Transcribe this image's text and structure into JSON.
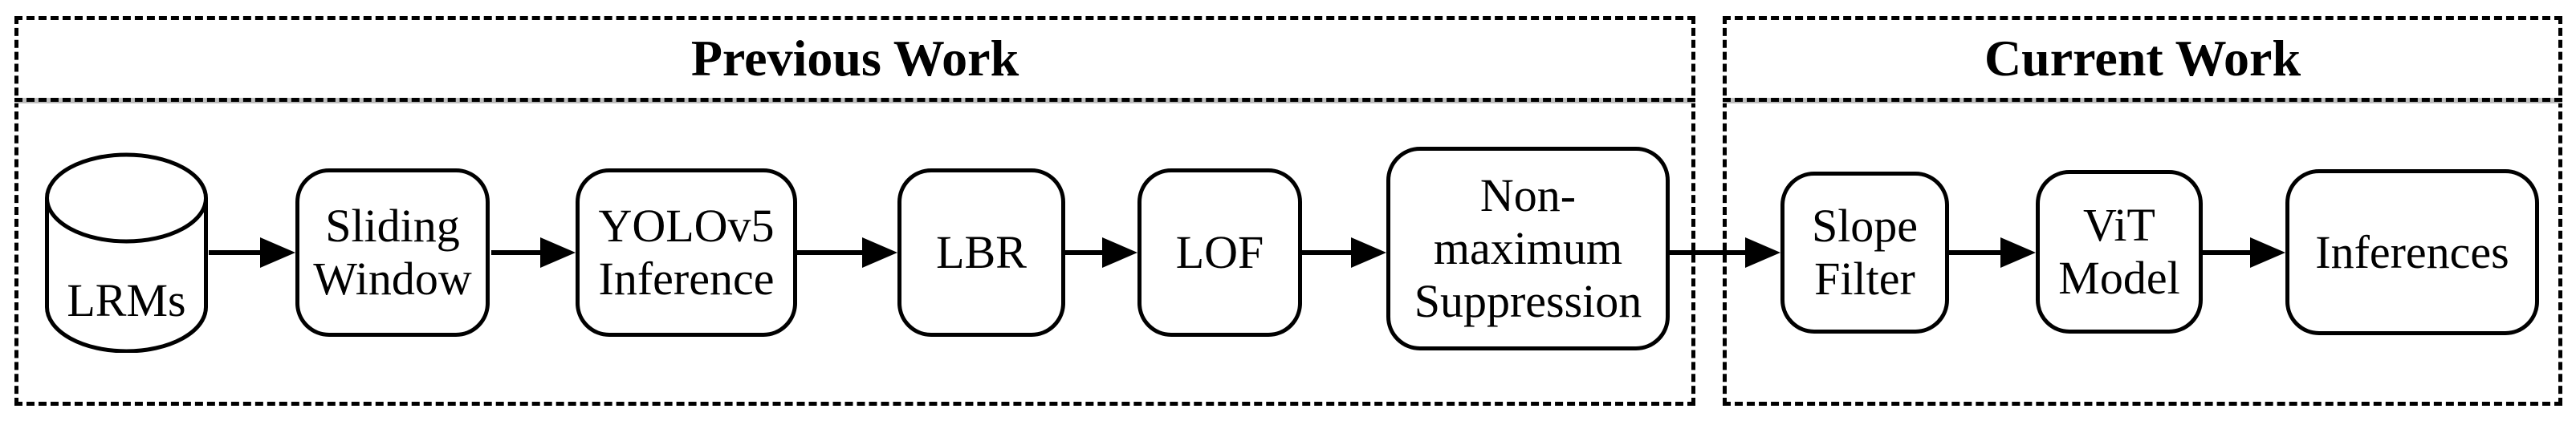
{
  "diagram": {
    "type": "flowchart",
    "background_color": "#ffffff",
    "stroke_color": "#000000",
    "sections": [
      {
        "title": "Previous Work"
      },
      {
        "title": "Current Work"
      }
    ],
    "nodes": {
      "lrms": {
        "label": "LRMs",
        "shape": "database-cylinder",
        "section": "Previous Work"
      },
      "sliding_window": {
        "label": "Sliding\nWindow",
        "shape": "rounded-rect",
        "section": "Previous Work"
      },
      "yolov5_inference": {
        "label": "YOLOv5\nInference",
        "shape": "rounded-rect",
        "section": "Previous Work"
      },
      "lbr": {
        "label": "LBR",
        "shape": "rounded-rect",
        "section": "Previous Work"
      },
      "lof": {
        "label": "LOF",
        "shape": "rounded-rect",
        "section": "Previous Work"
      },
      "nms": {
        "label": "Non-\nmaximum\nSuppression",
        "shape": "rounded-rect",
        "section": "Previous Work"
      },
      "slope_filter": {
        "label": "Slope\nFilter",
        "shape": "rounded-rect",
        "section": "Current Work"
      },
      "vit_model": {
        "label": "ViT\nModel",
        "shape": "rounded-rect",
        "section": "Current Work"
      },
      "inferences": {
        "label": "Inferences",
        "shape": "rounded-rect",
        "section": "Current Work"
      }
    },
    "connections": [
      {
        "from": "lrms",
        "to": "sliding_window"
      },
      {
        "from": "sliding_window",
        "to": "yolov5_inference"
      },
      {
        "from": "yolov5_inference",
        "to": "lbr"
      },
      {
        "from": "lbr",
        "to": "lof"
      },
      {
        "from": "lof",
        "to": "nms"
      },
      {
        "from": "nms",
        "to": "slope_filter"
      },
      {
        "from": "slope_filter",
        "to": "vit_model"
      },
      {
        "from": "vit_model",
        "to": "inferences"
      }
    ]
  }
}
